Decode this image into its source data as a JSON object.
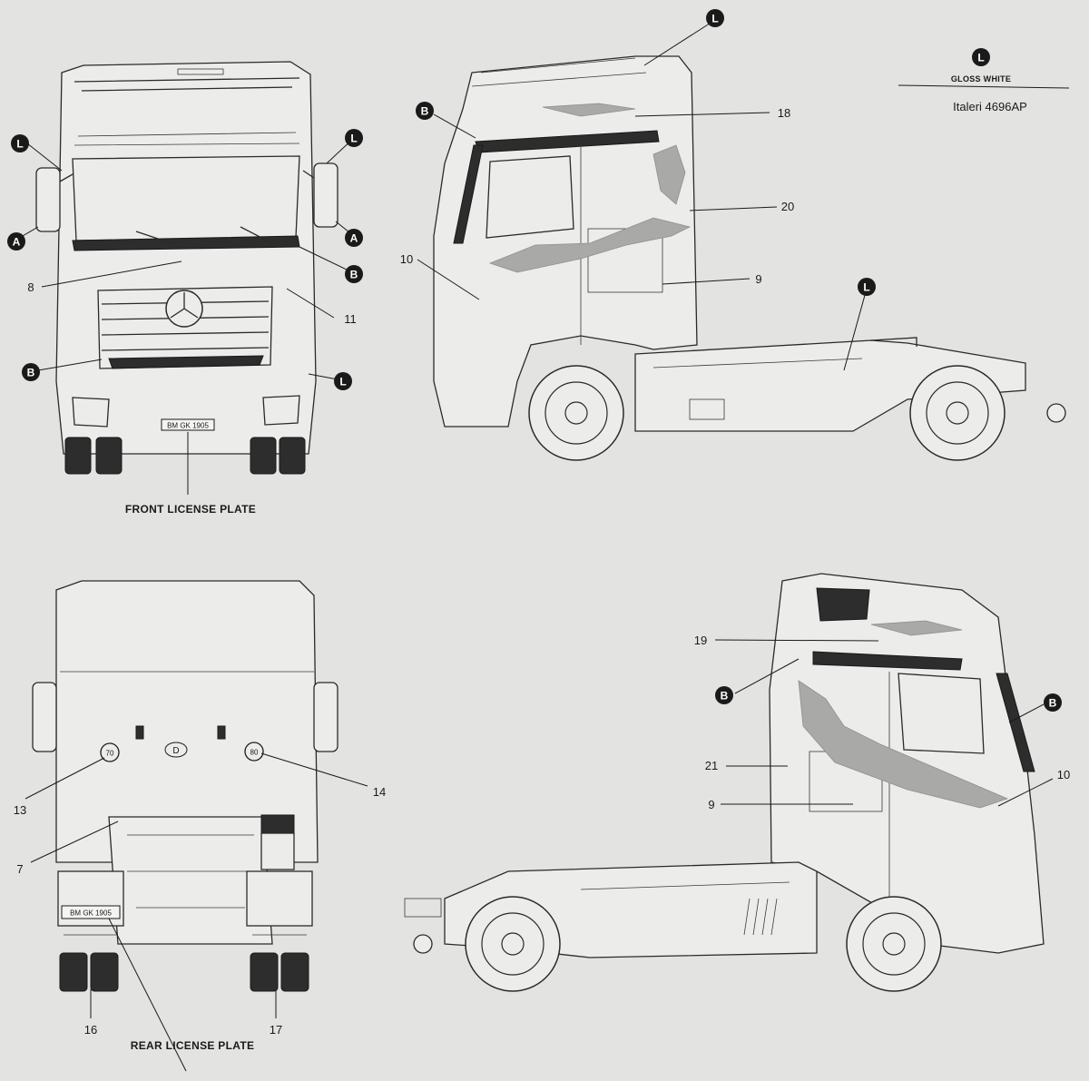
{
  "legend": {
    "badge": "L",
    "color_name": "Gloss White",
    "color_name_display": "GLOSS WHITE",
    "product_code": "Italeri 4696AP"
  },
  "colors": {
    "paper": "#e3e4e2",
    "ink": "#1a1a1a",
    "decal_gray": "#a9aaa8",
    "stripe_dark": "#2d2d2d"
  },
  "front_view": {
    "badges": [
      "L",
      "L",
      "A",
      "A",
      "B",
      "B",
      "L"
    ],
    "numbers": [
      "8",
      "11"
    ],
    "plate_text": "BM GK 1905",
    "caption": "FRONT LICENSE PLATE"
  },
  "side_view_left": {
    "badges": [
      "L",
      "B",
      "L"
    ],
    "numbers": [
      "18",
      "20",
      "10",
      "9"
    ]
  },
  "rear_view": {
    "numbers": [
      "13",
      "14",
      "7",
      "16",
      "17"
    ],
    "speed_signs": [
      "70",
      "80"
    ],
    "country_sign": "D",
    "plate_text": "BM GK 1905",
    "caption": "REAR LICENSE PLATE"
  },
  "side_view_right": {
    "badges": [
      "B",
      "B"
    ],
    "numbers": [
      "19",
      "21",
      "9",
      "10"
    ]
  }
}
